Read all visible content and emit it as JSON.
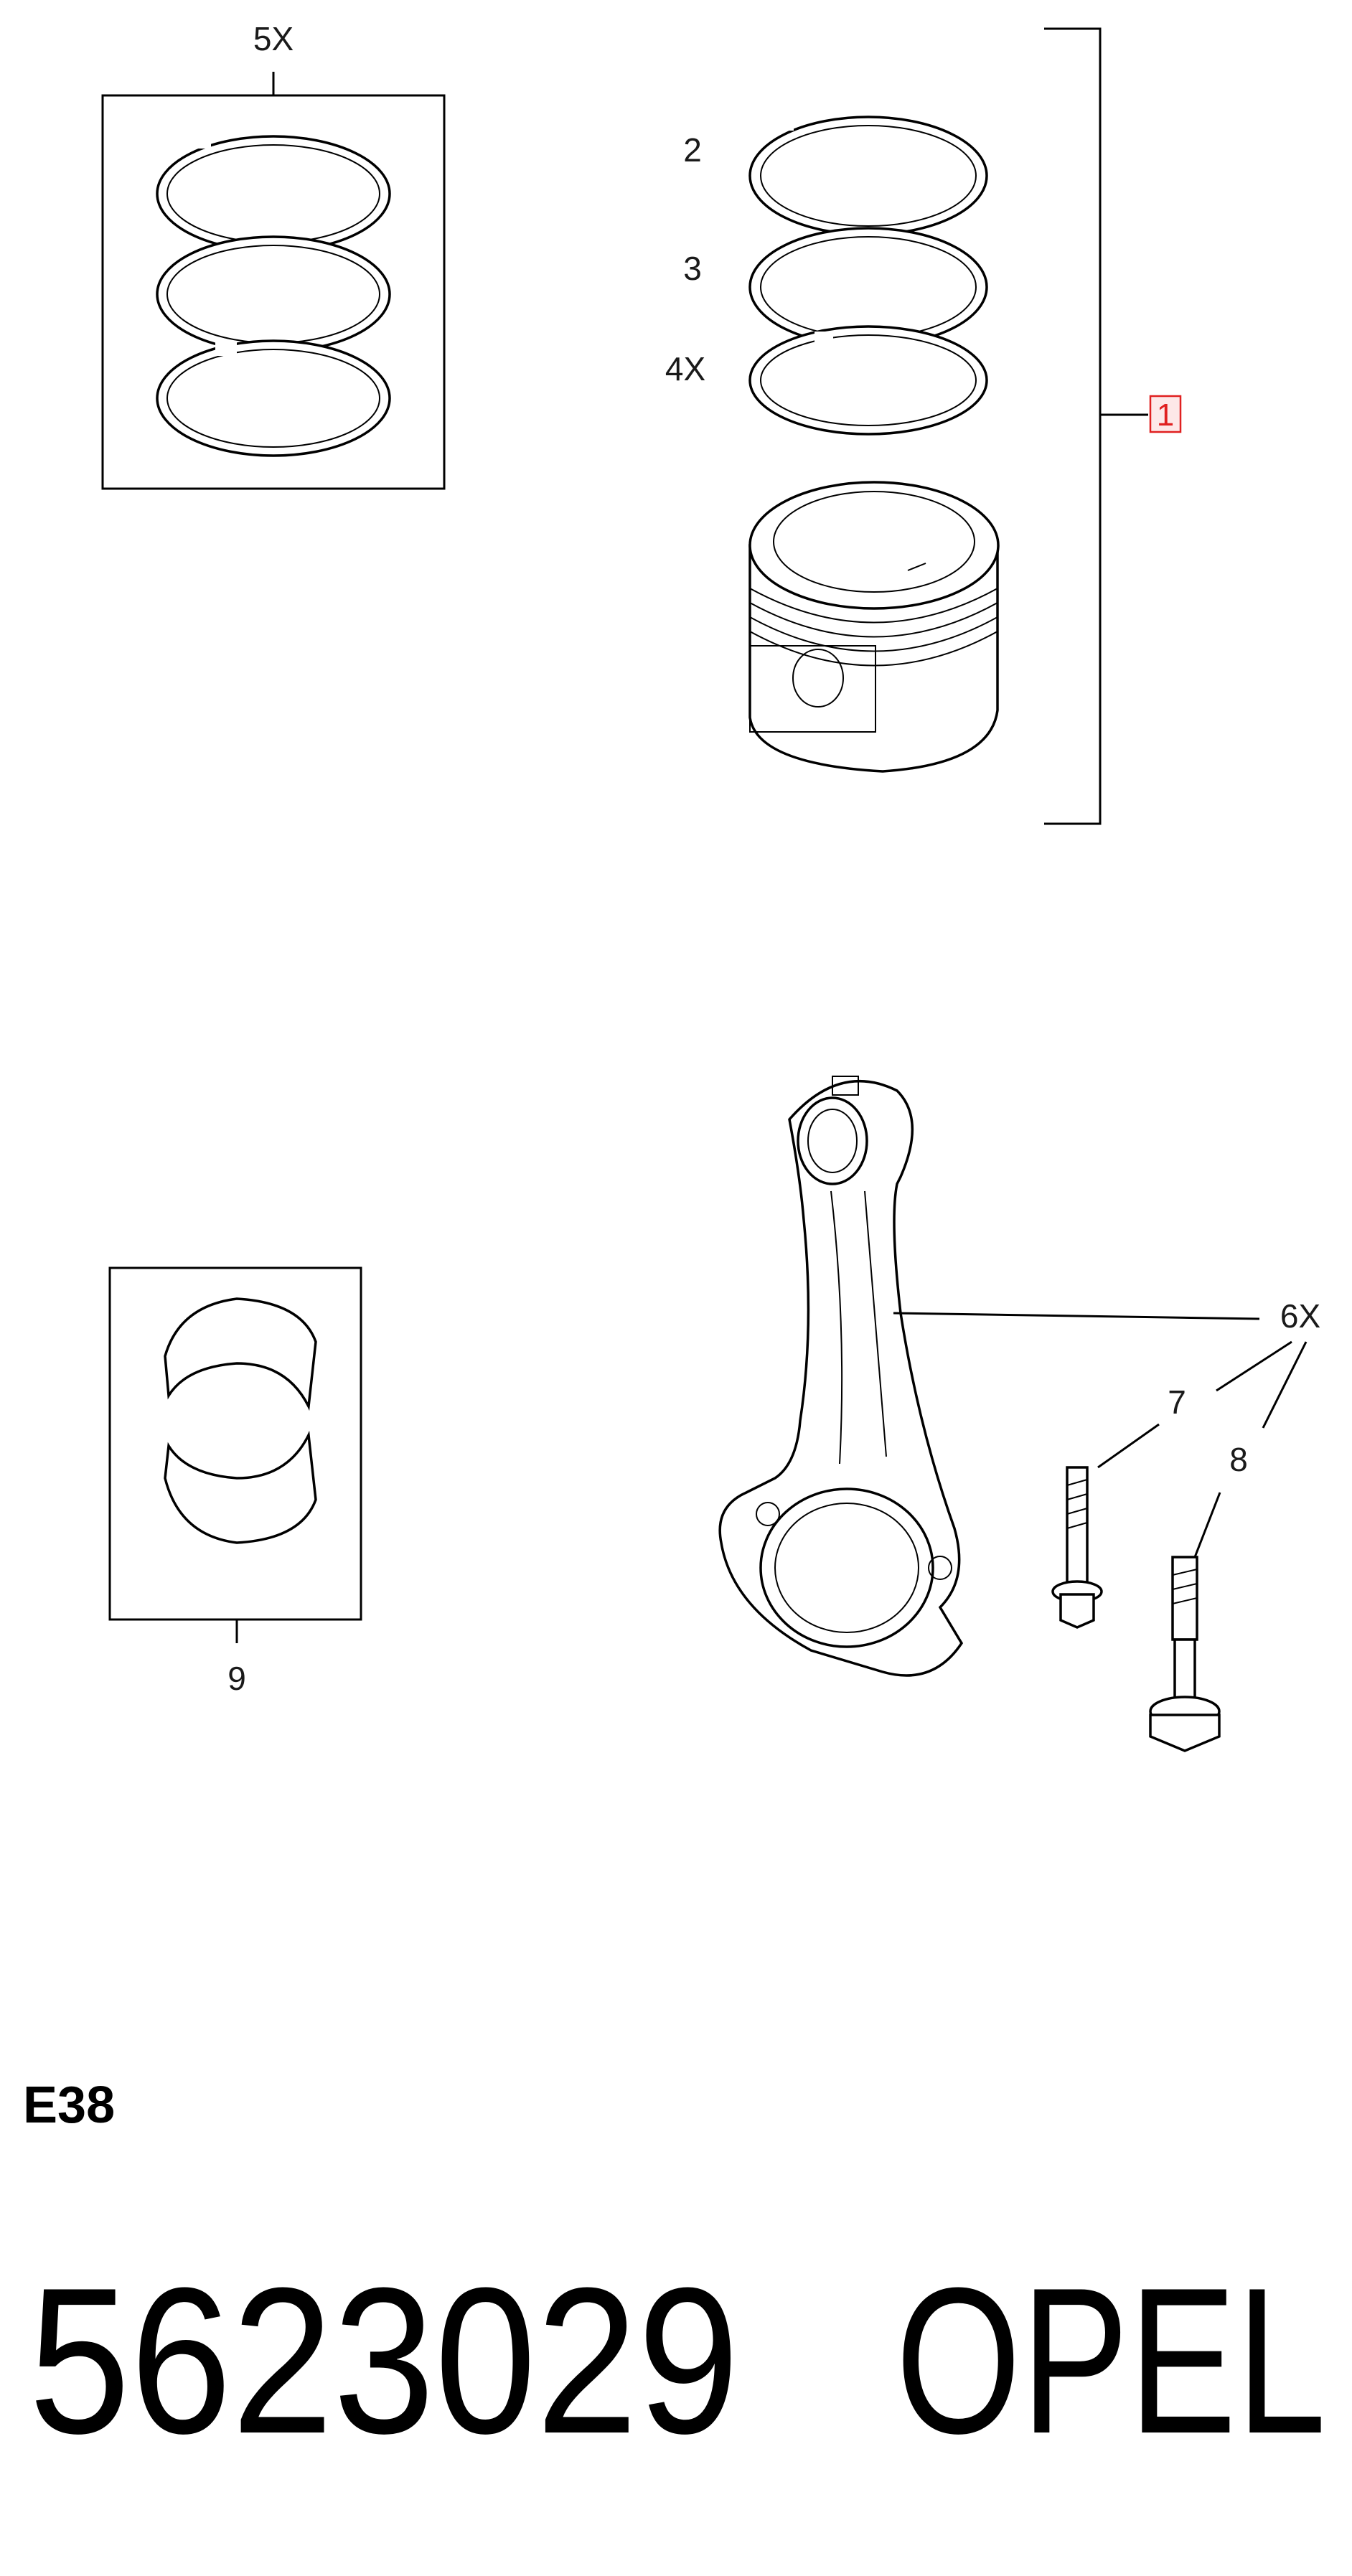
{
  "callouts": {
    "rings_box": "5X",
    "ring_top": "2",
    "ring_middle": "3",
    "ring_oil": "4X",
    "assembly": "1",
    "conrod": "6X",
    "bolt": "7",
    "stud": "8",
    "bearings": "9"
  },
  "footer": {
    "engine_code": "E38",
    "part_number": "5623029",
    "brand": "OPEL"
  },
  "colors": {
    "line": "#000000",
    "assembly_box": "#e02020",
    "background": "#ffffff"
  }
}
